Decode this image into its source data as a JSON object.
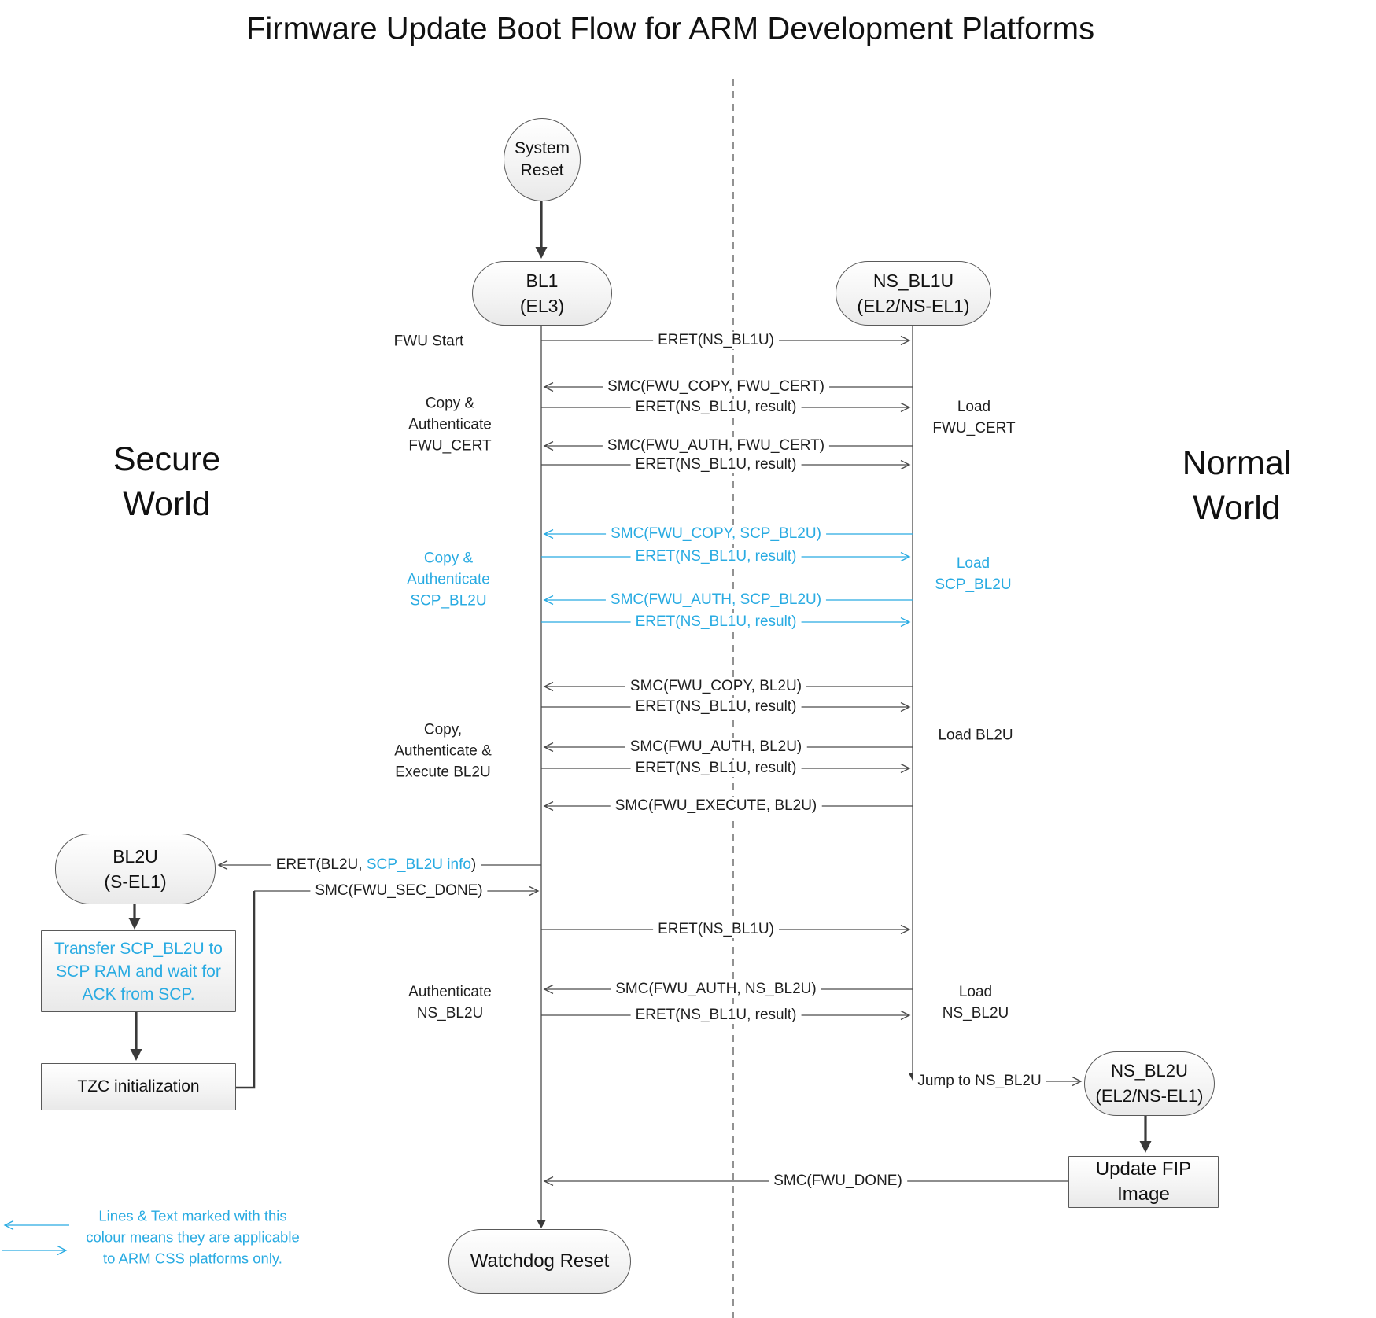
{
  "title": "Firmware Update Boot Flow for ARM Development Platforms",
  "colors": {
    "accent_blue": "#29ABE2",
    "line_dark": "#4a4a4a"
  },
  "regions": {
    "secure_world": "Secure\nWorld",
    "normal_world": "Normal\nWorld"
  },
  "nodes": {
    "system_reset": "System\nReset",
    "bl1": "BL1\n(EL3)",
    "ns_bl1u": "NS_BL1U\n(EL2/NS-EL1)",
    "bl2u": "BL2U\n(S-EL1)",
    "ns_bl2u": "NS_BL2U\n(EL2/NS-EL1)",
    "transfer_scp": "Transfer SCP_BL2U to\nSCP RAM and wait for\nACK from SCP.",
    "tzc_init": "TZC initialization",
    "update_fip": "Update FIP Image",
    "watchdog_reset": "Watchdog Reset"
  },
  "side_labels": {
    "fwu_start": "FWU Start",
    "copy_auth_fwu_cert": "Copy &\nAuthenticate\nFWU_CERT",
    "load_fwu_cert": "Load\nFWU_CERT",
    "copy_auth_scp_bl2u": "Copy &\nAuthenticate\nSCP_BL2U",
    "load_scp_bl2u": "Load\nSCP_BL2U",
    "copy_auth_exec_bl2u": "Copy,\nAuthenticate &\nExecute BL2U",
    "load_bl2u": "Load BL2U",
    "authenticate_ns_bl2u": "Authenticate\nNS_BL2U",
    "load_ns_bl2u": "Load\nNS_BL2U"
  },
  "messages": [
    "ERET(NS_BL1U)",
    "SMC(FWU_COPY, FWU_CERT)",
    "ERET(NS_BL1U, result)",
    "SMC(FWU_AUTH, FWU_CERT)",
    "ERET(NS_BL1U, result)",
    "SMC(FWU_COPY, SCP_BL2U)",
    "ERET(NS_BL1U, result)",
    "SMC(FWU_AUTH, SCP_BL2U)",
    "ERET(NS_BL1U, result)",
    "SMC(FWU_COPY, BL2U)",
    "ERET(NS_BL1U, result)",
    "SMC(FWU_AUTH, BL2U)",
    "ERET(NS_BL1U, result)",
    "SMC(FWU_EXECUTE, BL2U)",
    "SMC(FWU_SEC_DONE)",
    "ERET(NS_BL1U)",
    "SMC(FWU_AUTH, NS_BL2U)",
    "ERET(NS_BL1U, result)",
    "Jump to NS_BL2U",
    "SMC(FWU_DONE)"
  ],
  "eret_bl2u": {
    "prefix": "ERET(BL2U, ",
    "highlight": "SCP_BL2U info",
    "suffix": ")"
  },
  "legend": {
    "note": "Lines & Text marked with this\ncolour means they are applicable\nto ARM CSS platforms only."
  }
}
